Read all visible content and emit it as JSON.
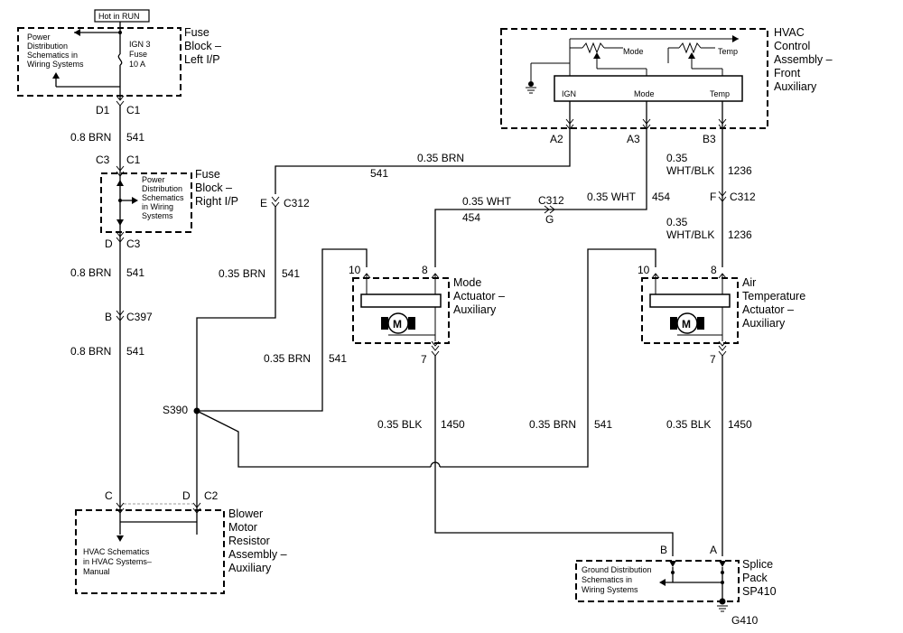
{
  "fuse_left": {
    "hot_label": "Hot in RUN",
    "pd_line1": "Power",
    "pd_line2": "Distribution",
    "pd_line3": "Schematics in",
    "pd_line4": "Wiring Systems",
    "fuse_line1": "IGN 3",
    "fuse_line2": "Fuse",
    "fuse_line3": "10 A",
    "title_line1": "Fuse",
    "title_line2": "Block –",
    "title_line3": "Left I/P",
    "pin_left": "D1",
    "pin_right": "C1"
  },
  "wire_541_a": {
    "gauge": "0.8 BRN",
    "circuit": "541"
  },
  "fuse_right": {
    "pin_top_left": "C3",
    "pin_top_right": "C1",
    "pd_line1": "Power",
    "pd_line2": "Distribution",
    "pd_line3": "Schematics",
    "pd_line4": "in Wiring",
    "pd_line5": "Systems",
    "title_line1": "Fuse",
    "title_line2": "Block –",
    "title_line3": "Right I/P",
    "pin_bottom_left": "D",
    "pin_bottom_right": "C3"
  },
  "wire_541_b": {
    "gauge": "0.8 BRN",
    "circuit": "541"
  },
  "c397": {
    "pin": "B",
    "connector": "C397"
  },
  "wire_541_c": {
    "gauge": "0.8 BRN",
    "circuit": "541"
  },
  "hvac_control": {
    "mode_label": "Mode",
    "temp_label": "Temp",
    "pin_ign": "IGN",
    "pin_mode": "Mode",
    "pin_temp": "Temp",
    "title_line1": "HVAC",
    "title_line2": "Control",
    "title_line3": "Assembly –",
    "title_line4": "Front",
    "title_line5": "Auxiliary",
    "conn_a2": "A2",
    "conn_a3": "A3",
    "conn_b3": "B3"
  },
  "wire_top_brn": {
    "gauge": "0.35 BRN",
    "circuit": "541"
  },
  "c312_e": {
    "pin": "E",
    "connector": "C312"
  },
  "wire_c312_brn": {
    "gauge": "0.35 BRN",
    "circuit": "541"
  },
  "wire_mode_wht": {
    "gauge": "0.35 WHT",
    "circuit": "454"
  },
  "wire_mode_wht_right": {
    "gauge": "0.35 WHT",
    "circuit": "454"
  },
  "c312_g": {
    "connector": "C312",
    "pin": "G"
  },
  "wire_temp_top": {
    "gauge_line1": "0.35",
    "gauge_line2": "WHT/BLK",
    "circuit": "1236"
  },
  "c312_f": {
    "pin": "F",
    "connector": "C312"
  },
  "wire_temp_mid": {
    "gauge_line1": "0.35",
    "gauge_line2": "WHT/BLK",
    "circuit": "1236"
  },
  "mode_actuator": {
    "pin_10": "10",
    "pin_8": "8",
    "pin_7": "7",
    "motor": "M",
    "title_line1": "Mode",
    "title_line2": "Actuator –",
    "title_line3": "Auxiliary"
  },
  "air_actuator": {
    "pin_10": "10",
    "pin_8": "8",
    "pin_7": "7",
    "motor": "M",
    "title_line1": "Air",
    "title_line2": "Temperature",
    "title_line3": "Actuator –",
    "title_line4": "Auxiliary"
  },
  "wire_mode_feed": {
    "gauge": "0.35 BRN",
    "circuit": "541"
  },
  "splice_s390": {
    "label": "S390"
  },
  "wire_mode_gnd": {
    "gauge": "0.35 BLK",
    "circuit": "1450"
  },
  "wire_air_feed": {
    "gauge": "0.35 BRN",
    "circuit": "541"
  },
  "wire_air_gnd": {
    "gauge": "0.35 BLK",
    "circuit": "1450"
  },
  "blower": {
    "pin_c": "C",
    "pin_d": "D",
    "connector": "C2",
    "text_line1": "HVAC Schematics",
    "text_line2": "in HVAC Systems–",
    "text_line3": "Manual",
    "title_line1": "Blower",
    "title_line2": "Motor",
    "title_line3": "Resistor",
    "title_line4": "Assembly –",
    "title_line5": "Auxiliary"
  },
  "splice_pack": {
    "pin_b": "B",
    "pin_a": "A",
    "text_line1": "Ground Distribution",
    "text_line2": "Schematics in",
    "text_line3": "Wiring Systems",
    "title_line1": "Splice",
    "title_line2": "Pack",
    "title_line3": "SP410",
    "ground": "G410"
  }
}
